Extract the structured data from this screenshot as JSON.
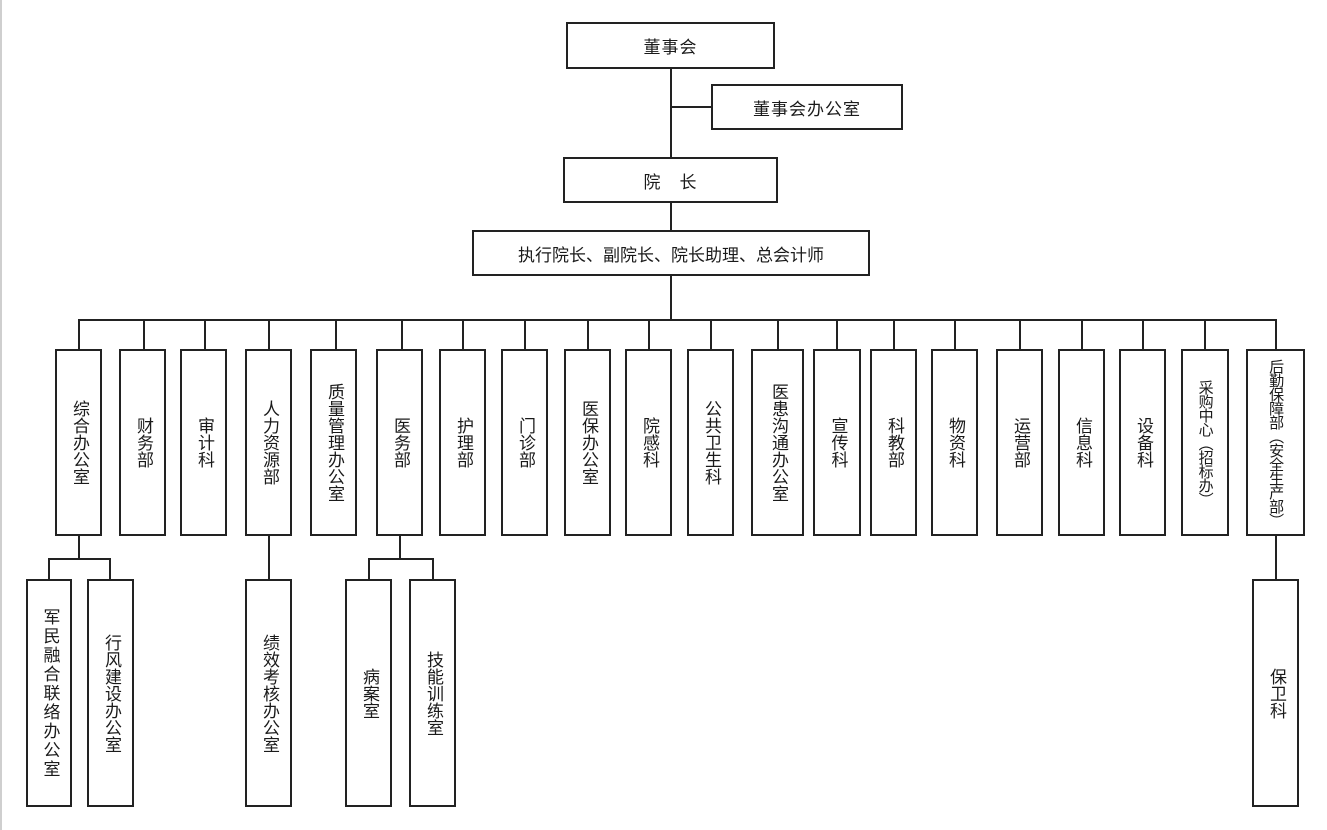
{
  "top": {
    "board": "董事会",
    "board_office": "董事会办公室",
    "president": "院　长",
    "executives": "执行院长、副院长、院长助理、总会计师"
  },
  "departments": [
    "综合办公室",
    "财务部",
    "审计科",
    "人力资源部",
    "质量管理办公室",
    "医务部",
    "护理部",
    "门诊部",
    "医保办公室",
    "院感科",
    "公共卫生科",
    "医患沟通办公室",
    "宣传科",
    "科教部",
    "物资科",
    "运营部",
    "信息科",
    "设备科",
    "采购中心（招标办）",
    "后勤保障部（安全生产部）"
  ],
  "sub_units": {
    "zonghe": [
      "军民融合联络办公室",
      "行风建设办公室"
    ],
    "renli": [
      "绩效考核办公室"
    ],
    "yiwu": [
      "病案室",
      "技能训练室"
    ],
    "houqin": [
      "保卫科"
    ]
  }
}
